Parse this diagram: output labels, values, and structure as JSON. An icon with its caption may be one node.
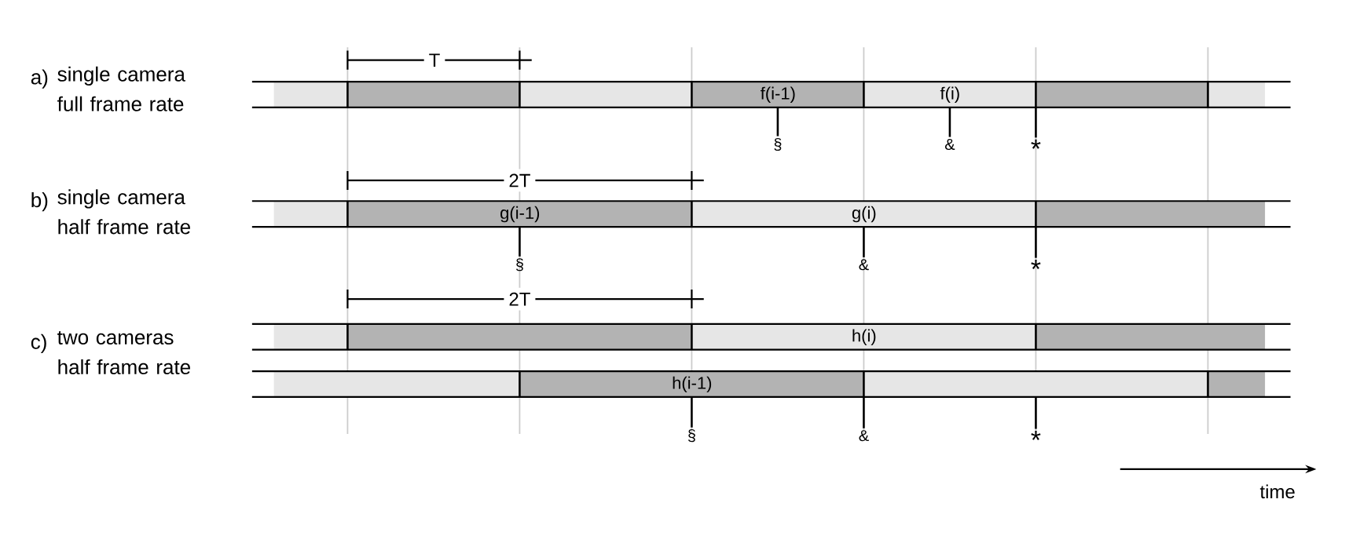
{
  "diagram": {
    "nodes": [
      {
        "text": [],
        "shape": "bar"
      },
      {
        "text": [],
        "shape": "bar"
      },
      {
        "text": [],
        "shape": "bar"
      },
      {
        "text": [
          "f(i-1)"
        ]
      },
      {
        "text": [
          "f(i)"
        ]
      },
      {
        "text": [],
        "shape": "bar"
      },
      {
        "text": [],
        "shape": "bar"
      },
      {
        "text": [
          "§"
        ]
      },
      {
        "text": [
          "&"
        ]
      },
      {
        "text": [
          "*"
        ]
      },
      {
        "text": [],
        "shape": "bar"
      },
      {
        "text": [
          "g(i-1)"
        ]
      },
      {
        "text": [
          "g(i)"
        ]
      },
      {
        "text": [],
        "shape": "bar"
      },
      {
        "text": [
          "§"
        ]
      },
      {
        "text": [
          "&"
        ]
      },
      {
        "text": [
          "*"
        ]
      },
      {
        "text": [],
        "shape": "bar"
      },
      {
        "text": [],
        "shape": "bar"
      },
      {
        "text": [
          "h(i)"
        ]
      },
      {
        "text": [],
        "shape": "bar"
      },
      {
        "text": [],
        "shape": "bar"
      },
      {
        "text": [
          "h(i-1)"
        ]
      },
      {
        "text": [],
        "shape": "bar"
      },
      {
        "text": [],
        "shape": "bar"
      },
      {
        "text": [
          "§"
        ]
      },
      {
        "text": [
          "&"
        ]
      },
      {
        "text": [
          "*"
        ]
      }
    ],
    "edges": [
      {
        "from": 7,
        "to": 3,
        "arrow": "none"
      },
      {
        "from": 8,
        "to": 4,
        "arrow": "none"
      },
      {
        "from": 9,
        "to": 4,
        "arrow": "none"
      },
      {
        "from": 14,
        "to": 11,
        "arrow": "none"
      },
      {
        "from": 15,
        "to": 12,
        "arrow": "none"
      },
      {
        "from": 16,
        "to": 13,
        "arrow": "none"
      },
      {
        "from": 25,
        "to": 22,
        "arrow": "none"
      },
      {
        "from": 26,
        "to": 22,
        "arrow": "none"
      },
      {
        "from": 27,
        "to": 23,
        "arrow": "none"
      }
    ],
    "labels": [
      "T",
      "a)",
      "single camera full frame rate",
      "2T",
      "b)",
      "single camera half frame rate",
      "2T",
      "c)",
      "two cameras half frame rate",
      "time"
    ]
  }
}
